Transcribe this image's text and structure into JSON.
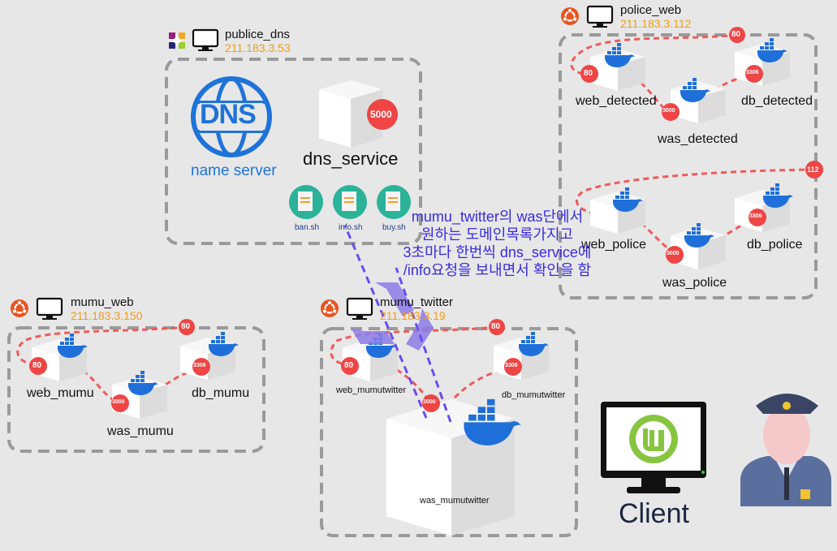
{
  "hosts": {
    "dns": {
      "name": "publice_dns",
      "ip": "211.183.3.53"
    },
    "police": {
      "name": "police_web",
      "ip": "211.183.3.112"
    },
    "mumu": {
      "name": "mumu_web",
      "ip": "211.183.3.150"
    },
    "twitter": {
      "name": "mumu_twitter",
      "ip": "211.183.3.19"
    }
  },
  "dns": {
    "logo_text": "DNS",
    "name_server": "name server",
    "service": "dns_service",
    "port": "5000",
    "scripts": [
      "ban.sh",
      "info.sh",
      "buy.sh"
    ]
  },
  "police": {
    "detected": {
      "web": "web_detected",
      "was": "was_detected",
      "db": "db_detected",
      "ports": [
        "80",
        "80",
        "3000",
        "3306"
      ]
    },
    "police": {
      "web": "web_police",
      "was": "was_police",
      "db": "db_police",
      "ports": [
        "112",
        "3000",
        "3306"
      ]
    }
  },
  "mumu": {
    "web": "web_mumu",
    "was": "was_mumu",
    "db": "db_mumu",
    "ports": [
      "80",
      "80",
      "3000",
      "3306"
    ]
  },
  "twitter": {
    "web": "web_mumutwitter",
    "was": "was_mumutwitter",
    "db": "db_mumutwitter",
    "ports": [
      "80",
      "80",
      "3000",
      "3306"
    ]
  },
  "note": [
    "mumu_twitter의 was단에서",
    "원하는 도메인목록가지고",
    "3초마다 한번씩 dns_service에",
    "/info요청을 보내면서 확인을 함"
  ],
  "client": {
    "label": "Client"
  },
  "colors": {
    "ip": "#f39c12",
    "link": "#f05a5a",
    "docker": "#1e6fd9",
    "note": "#3a2be0",
    "ubuntu": "#e95420",
    "mint": "#87c540"
  }
}
